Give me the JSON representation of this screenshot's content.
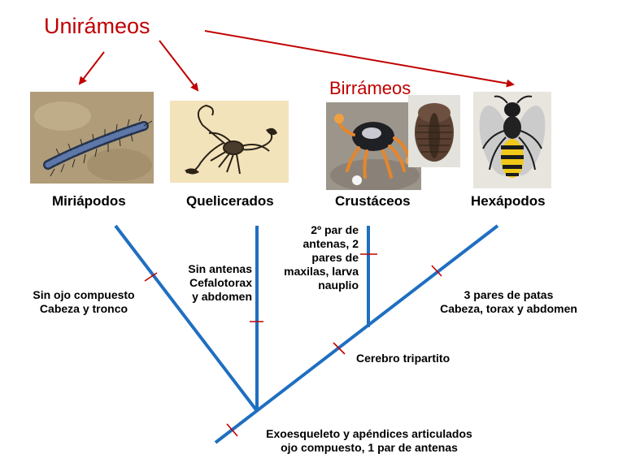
{
  "groups": {
    "unirameos": "Unirámeos",
    "birramenos": "Birrámeos"
  },
  "taxa": {
    "miriapodos": "Miriápodos",
    "quelicerados": "Quelicerados",
    "crustaceos": "Crustáceos",
    "hexapodos": "Hexápodos"
  },
  "traits": {
    "miriapodos": "Sin ojo compuesto\nCabeza y tronco",
    "quelicerados": "Sin antenas\nCefalotorax\ny abdomen",
    "crustaceos": "2º par de\nantenas, 2\npares de\nmaxilas, larva\nnauplio",
    "hexapodos": "3 pares de patas\nCabeza, torax y abdomen",
    "mandibulados": "Cerebro tripartito",
    "base": "Exoesqueleto y apéndices articulados\nojo compuesto, 1 par de antenas"
  },
  "icons": {
    "millipede": "millipede-photo",
    "scorpion": "scorpion-photo",
    "crab": "crab-photo",
    "trilobite": "trilobite-photo",
    "wasp": "wasp-photo"
  },
  "colors": {
    "branch": "#1f6fc1",
    "tick": "#c00000",
    "arrow": "#c00000",
    "group_text": "#c00000"
  }
}
